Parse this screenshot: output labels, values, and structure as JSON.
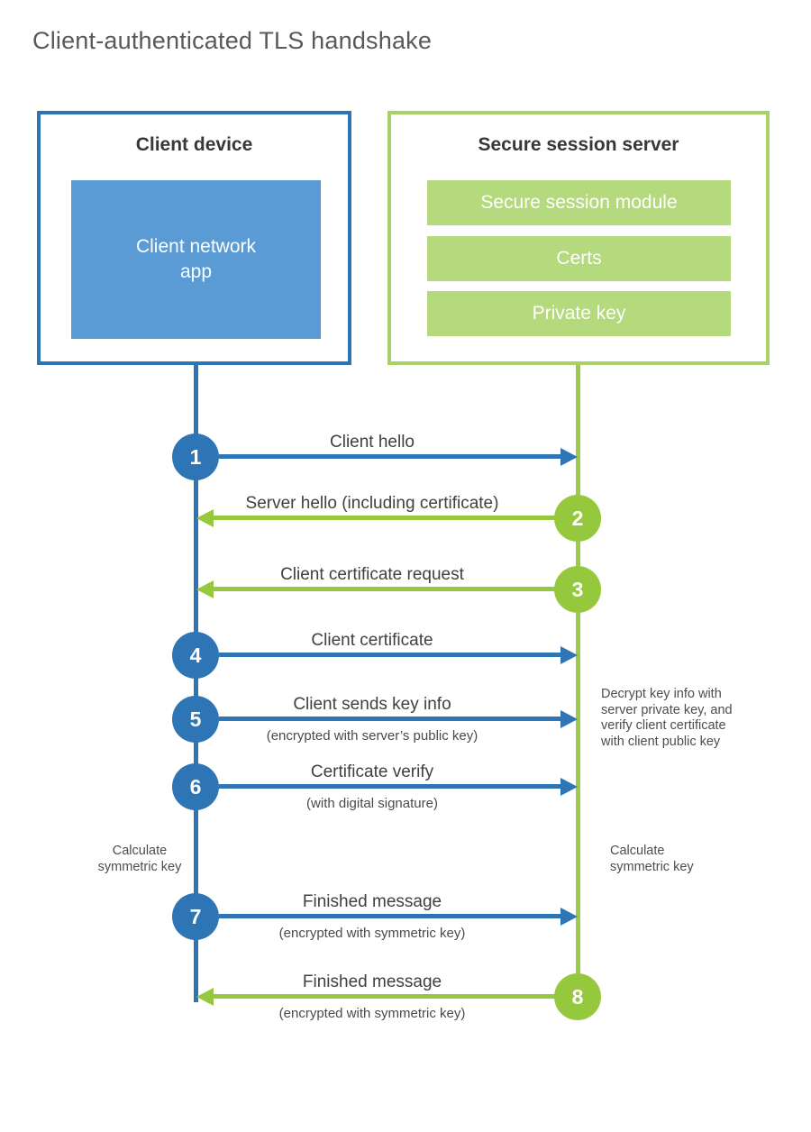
{
  "title": "Client-authenticated TLS handshake",
  "colors": {
    "client_blue": "#2e75b6",
    "client_fill_blue": "#5b9bd5",
    "server_green": "#96c83d",
    "server_border_green": "#aad167",
    "server_fill_green": "#b5d97d"
  },
  "client_box": {
    "title": "Client device",
    "app_label": "Client network app"
  },
  "server_box": {
    "title": "Secure session server",
    "modules": [
      "Secure session module",
      "Certs",
      "Private key"
    ]
  },
  "steps": [
    {
      "number": "1",
      "actor": "client",
      "direction": "client-to-server",
      "label": "Client hello",
      "sublabel": ""
    },
    {
      "number": "2",
      "actor": "server",
      "direction": "server-to-client",
      "label": "Server hello (including certificate)",
      "sublabel": ""
    },
    {
      "number": "3",
      "actor": "server",
      "direction": "server-to-client",
      "label": "Client certificate request",
      "sublabel": ""
    },
    {
      "number": "4",
      "actor": "client",
      "direction": "client-to-server",
      "label": "Client certificate",
      "sublabel": ""
    },
    {
      "number": "5",
      "actor": "client",
      "direction": "client-to-server",
      "label": "Client sends key info",
      "sublabel": "(encrypted with server’s public key)"
    },
    {
      "number": "6",
      "actor": "client",
      "direction": "client-to-server",
      "label": "Certificate verify",
      "sublabel": "(with digital signature)"
    },
    {
      "number": "7",
      "actor": "client",
      "direction": "client-to-server",
      "label": "Finished message",
      "sublabel": "(encrypted with symmetric key)"
    },
    {
      "number": "8",
      "actor": "server",
      "direction": "server-to-client",
      "label": "Finished message",
      "sublabel": "(encrypted with symmetric key)"
    }
  ],
  "notes": {
    "decrypt_note": "Decrypt key info with server private key, and verify client certificate with client public key",
    "calculate_left": "Calculate symmetric key",
    "calculate_right": "Calculate symmetric key"
  }
}
